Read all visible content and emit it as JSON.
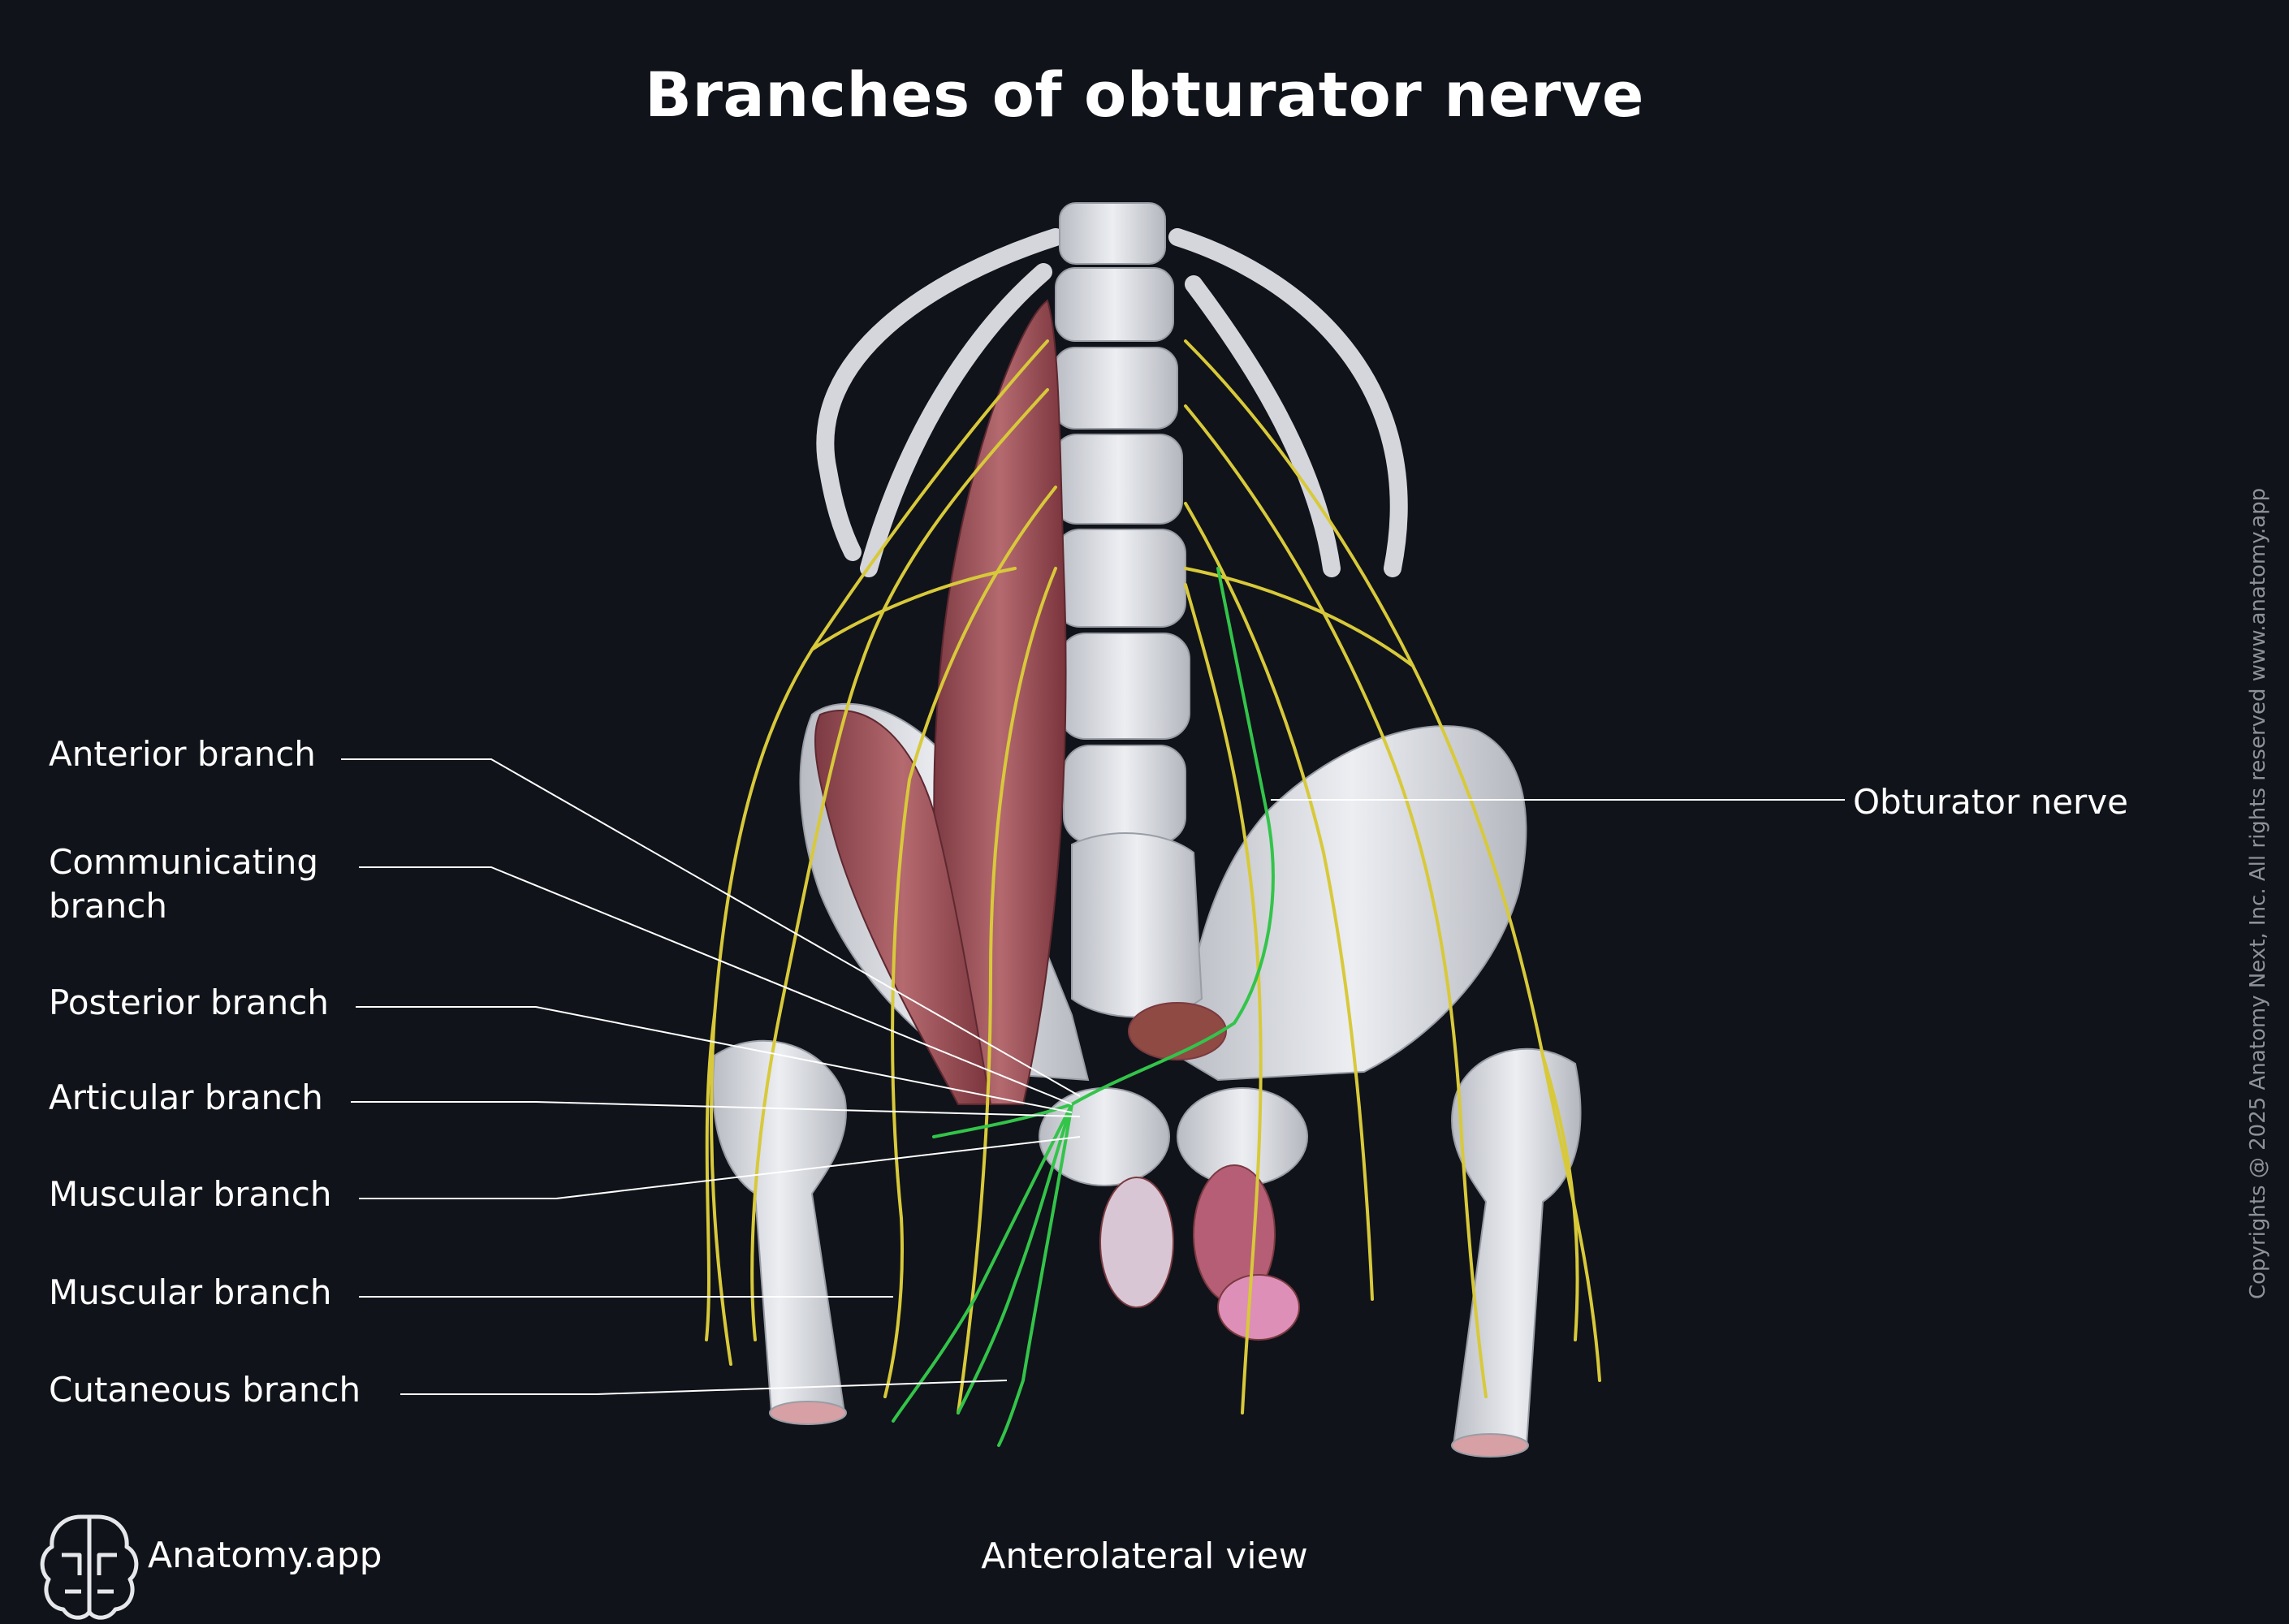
{
  "title": "Branches of obturator nerve",
  "labels_left": [
    {
      "id": "anterior",
      "text": "Anterior branch"
    },
    {
      "id": "communicating",
      "text": "Communicating branch"
    },
    {
      "id": "posterior",
      "text": "Posterior branch"
    },
    {
      "id": "articular",
      "text": "Articular branch"
    },
    {
      "id": "muscular1",
      "text": "Muscular branch"
    },
    {
      "id": "muscular2",
      "text": "Muscular branch"
    },
    {
      "id": "cutaneous",
      "text": "Cutaneous branch"
    }
  ],
  "label_right": "Obturator nerve",
  "view": "Anterolateral view",
  "brand": "Anatomy.app",
  "copyright": "Copyrights @ 2025 Anatomy Next, Inc. All rights reserved www.anatomy.app",
  "colors": {
    "background": "#101319",
    "bone": "#d9dbe0",
    "muscle": "#9c4a52",
    "nerve": "#d8c93a",
    "obturator_nerve": "#33c44a",
    "leader_line": "#ffffff"
  }
}
